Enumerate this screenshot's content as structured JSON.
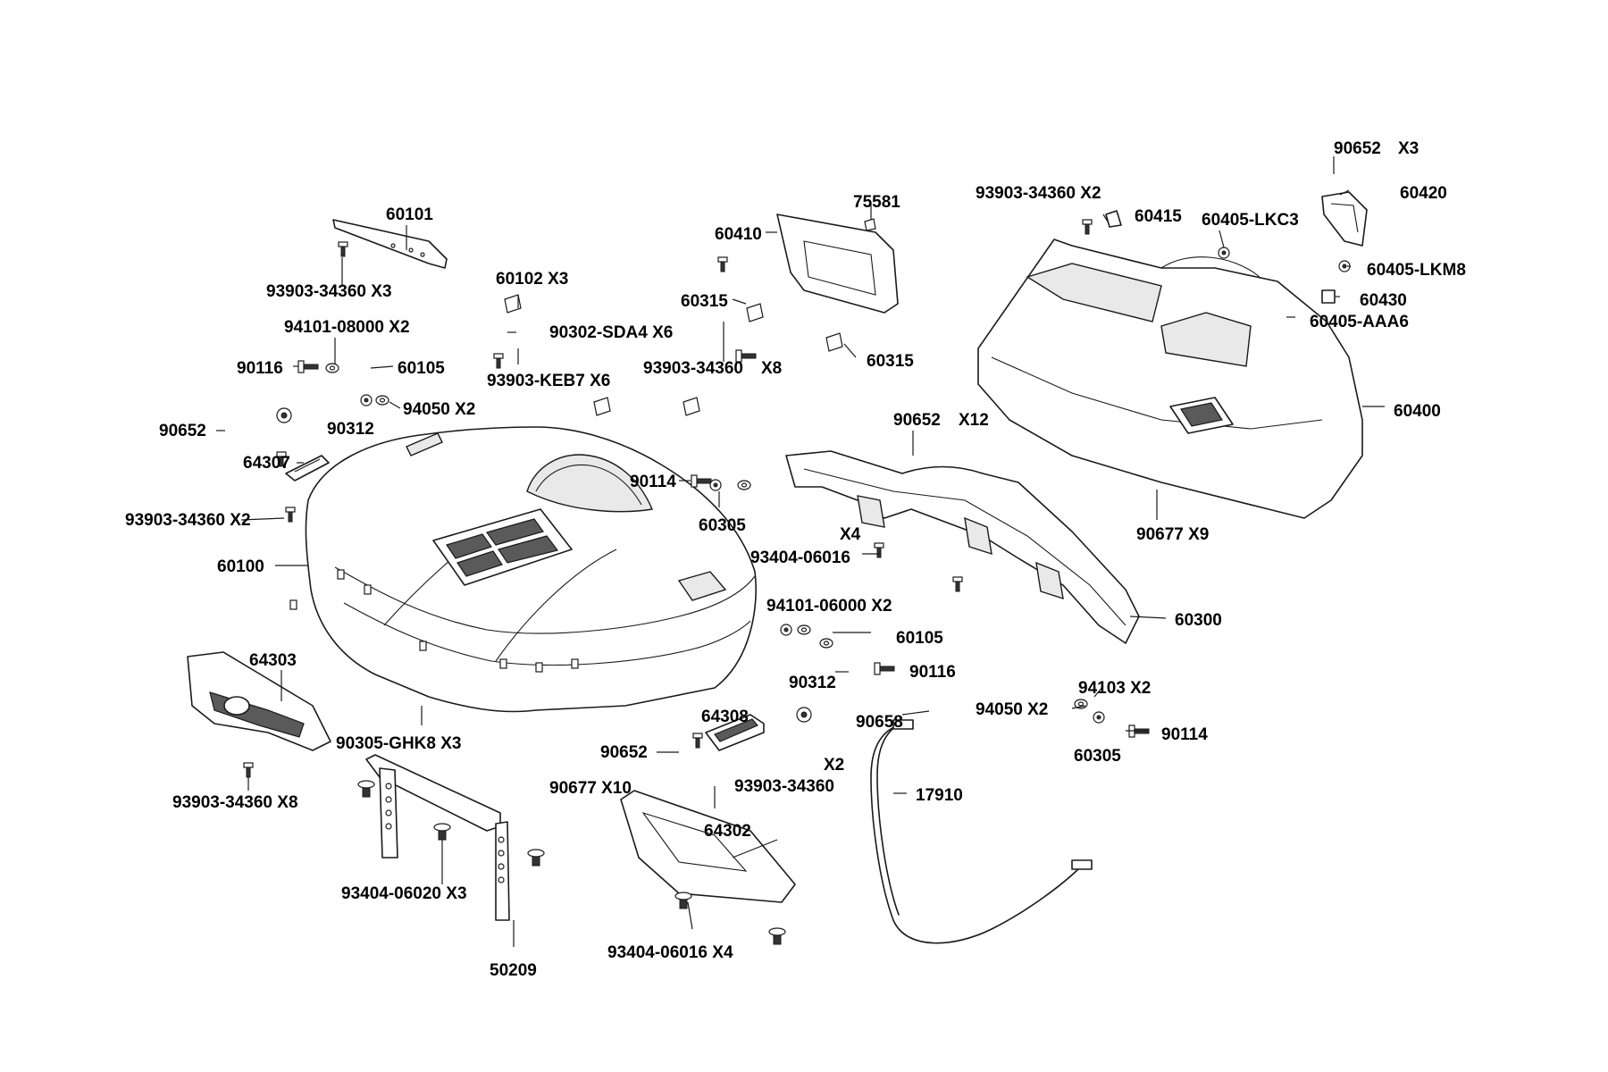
{
  "labels": [
    {
      "id": "c01",
      "text": "60101"
    },
    {
      "id": "c02",
      "text": "93903-34360 X3"
    },
    {
      "id": "c03",
      "text": "94101-08000 X2"
    },
    {
      "id": "c04",
      "text": "90116"
    },
    {
      "id": "c05",
      "text": "60105"
    },
    {
      "id": "c06",
      "text": "90312"
    },
    {
      "id": "c07",
      "text": "94050 X2"
    },
    {
      "id": "c08",
      "text": "90652"
    },
    {
      "id": "c09",
      "text": "64307"
    },
    {
      "id": "c10",
      "text": "93903-34360 X2"
    },
    {
      "id": "c11",
      "text": "60100"
    },
    {
      "id": "c12",
      "text": "64303"
    },
    {
      "id": "c13",
      "text": "90305-GHK8 X3"
    },
    {
      "id": "c14",
      "text": "93903-34360 X8"
    },
    {
      "id": "c15",
      "text": "93404-06020 X3"
    },
    {
      "id": "c16",
      "text": "50209"
    },
    {
      "id": "c17",
      "text": "60102 X3"
    },
    {
      "id": "c18",
      "text": "90302-SDA4 X6"
    },
    {
      "id": "c19",
      "text": "93903-KEB7 X6"
    },
    {
      "id": "c20",
      "text": "90114"
    },
    {
      "id": "c21",
      "text": "60305"
    },
    {
      "id": "c22",
      "text": "90677 X10"
    },
    {
      "id": "c23",
      "text": "90652"
    },
    {
      "id": "c24",
      "text": "64308"
    },
    {
      "id": "c25",
      "text": "93903-34360"
    },
    {
      "id": "c26",
      "text": "X2"
    },
    {
      "id": "c27",
      "text": "64302"
    },
    {
      "id": "c28",
      "text": "93404-06016 X4"
    },
    {
      "id": "c29",
      "text": "75581"
    },
    {
      "id": "c30",
      "text": "60410"
    },
    {
      "id": "c31",
      "text": "60315"
    },
    {
      "id": "c32",
      "text": "93903-34360"
    },
    {
      "id": "c33",
      "text": "X8"
    },
    {
      "id": "c34",
      "text": "60315"
    },
    {
      "id": "c35",
      "text": "90652"
    },
    {
      "id": "c36",
      "text": "X12"
    },
    {
      "id": "c37",
      "text": "X4"
    },
    {
      "id": "c38",
      "text": "93404-06016"
    },
    {
      "id": "c39",
      "text": "94101-06000 X2"
    },
    {
      "id": "c40",
      "text": "60105"
    },
    {
      "id": "c41",
      "text": "90312"
    },
    {
      "id": "c42",
      "text": "90116"
    },
    {
      "id": "c43",
      "text": "90658"
    },
    {
      "id": "c44",
      "text": "17910"
    },
    {
      "id": "c45",
      "text": "60300"
    },
    {
      "id": "c46",
      "text": "94103 X2"
    },
    {
      "id": "c47",
      "text": "94050 X2"
    },
    {
      "id": "c48",
      "text": "60305"
    },
    {
      "id": "c49",
      "text": "90114"
    },
    {
      "id": "c50",
      "text": "93903-34360 X2"
    },
    {
      "id": "c51",
      "text": "60415"
    },
    {
      "id": "c52",
      "text": "60405-LKC3"
    },
    {
      "id": "c53",
      "text": "90652"
    },
    {
      "id": "c54",
      "text": "X3"
    },
    {
      "id": "c55",
      "text": "60420"
    },
    {
      "id": "c56",
      "text": "60405-LKM8"
    },
    {
      "id": "c57",
      "text": "60430"
    },
    {
      "id": "c58",
      "text": "60405-AAA6"
    },
    {
      "id": "c59",
      "text": "60400"
    },
    {
      "id": "c60",
      "text": "90677 X9"
    }
  ]
}
